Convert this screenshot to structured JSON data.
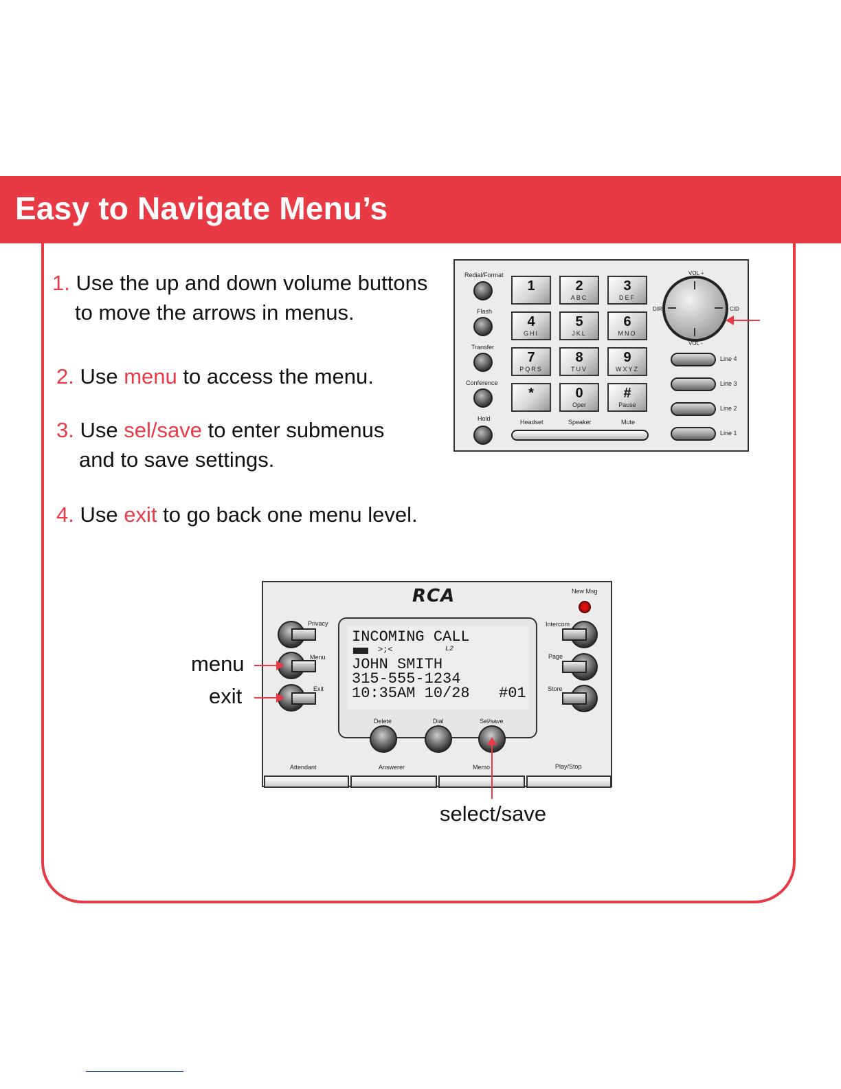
{
  "banner": {
    "title": "Easy to Navigate Menu’s"
  },
  "steps": [
    {
      "num": "1.",
      "pre": "Use the up and down volume buttons",
      "line2": "to move the arrows in menus."
    },
    {
      "num": "2.",
      "pre": "Use ",
      "keyword": "menu",
      "post": " to access the menu."
    },
    {
      "num": "3.",
      "pre": "Use ",
      "keyword": "sel/save",
      "post": " to enter submenus",
      "line2": "and to save settings."
    },
    {
      "num": "4.",
      "pre": "Use ",
      "keyword": "exit",
      "post": " to go back one menu level."
    }
  ],
  "keypad_panel": {
    "side_buttons": [
      "Redial/Format",
      "Flash",
      "Transfer",
      "Conference",
      "Hold"
    ],
    "keys": [
      {
        "digit": "1",
        "letters": ""
      },
      {
        "digit": "2",
        "letters": "ABC"
      },
      {
        "digit": "3",
        "letters": "DEF"
      },
      {
        "digit": "4",
        "letters": "GHI"
      },
      {
        "digit": "5",
        "letters": "JKL"
      },
      {
        "digit": "6",
        "letters": "MNO"
      },
      {
        "digit": "7",
        "letters": "PQRS"
      },
      {
        "digit": "8",
        "letters": "TUV"
      },
      {
        "digit": "9",
        "letters": "WXYZ"
      },
      {
        "digit": "*",
        "letters": ""
      },
      {
        "digit": "0",
        "letters": "Oper"
      },
      {
        "digit": "#",
        "letters": "Pause"
      }
    ],
    "bottom_bar": [
      "Headset",
      "Speaker",
      "Mute"
    ],
    "dial": {
      "top": "VOL +",
      "bottom": "VOL -",
      "left": "DIR",
      "right": "CID"
    },
    "lines": [
      "Line 4",
      "Line 3",
      "Line 2",
      "Line 1"
    ]
  },
  "display_panel": {
    "logo": "RCA",
    "new_msg": "New Msg",
    "left_buttons": [
      "Privacy",
      "Menu",
      "Exit"
    ],
    "right_buttons": [
      "Intercom",
      "Page",
      "Store"
    ],
    "soft_buttons": [
      "Delete",
      "Dial",
      "Sel/save"
    ],
    "bottom_labels": [
      "Attendant",
      "Answerer",
      "Memo",
      "Play/Stop"
    ],
    "lcd": {
      "line1": "INCOMING CALL",
      "icons": ">;<",
      "line_indicator": "L2",
      "line2": "JOHN SMITH",
      "line3": "315-555-1234",
      "line4": "10:35AM 10/28",
      "line4_right": "#01"
    }
  },
  "callouts": {
    "menu": "menu",
    "exit": "exit",
    "select_save": "select/save"
  },
  "colors": {
    "accent": "#e73a45"
  }
}
